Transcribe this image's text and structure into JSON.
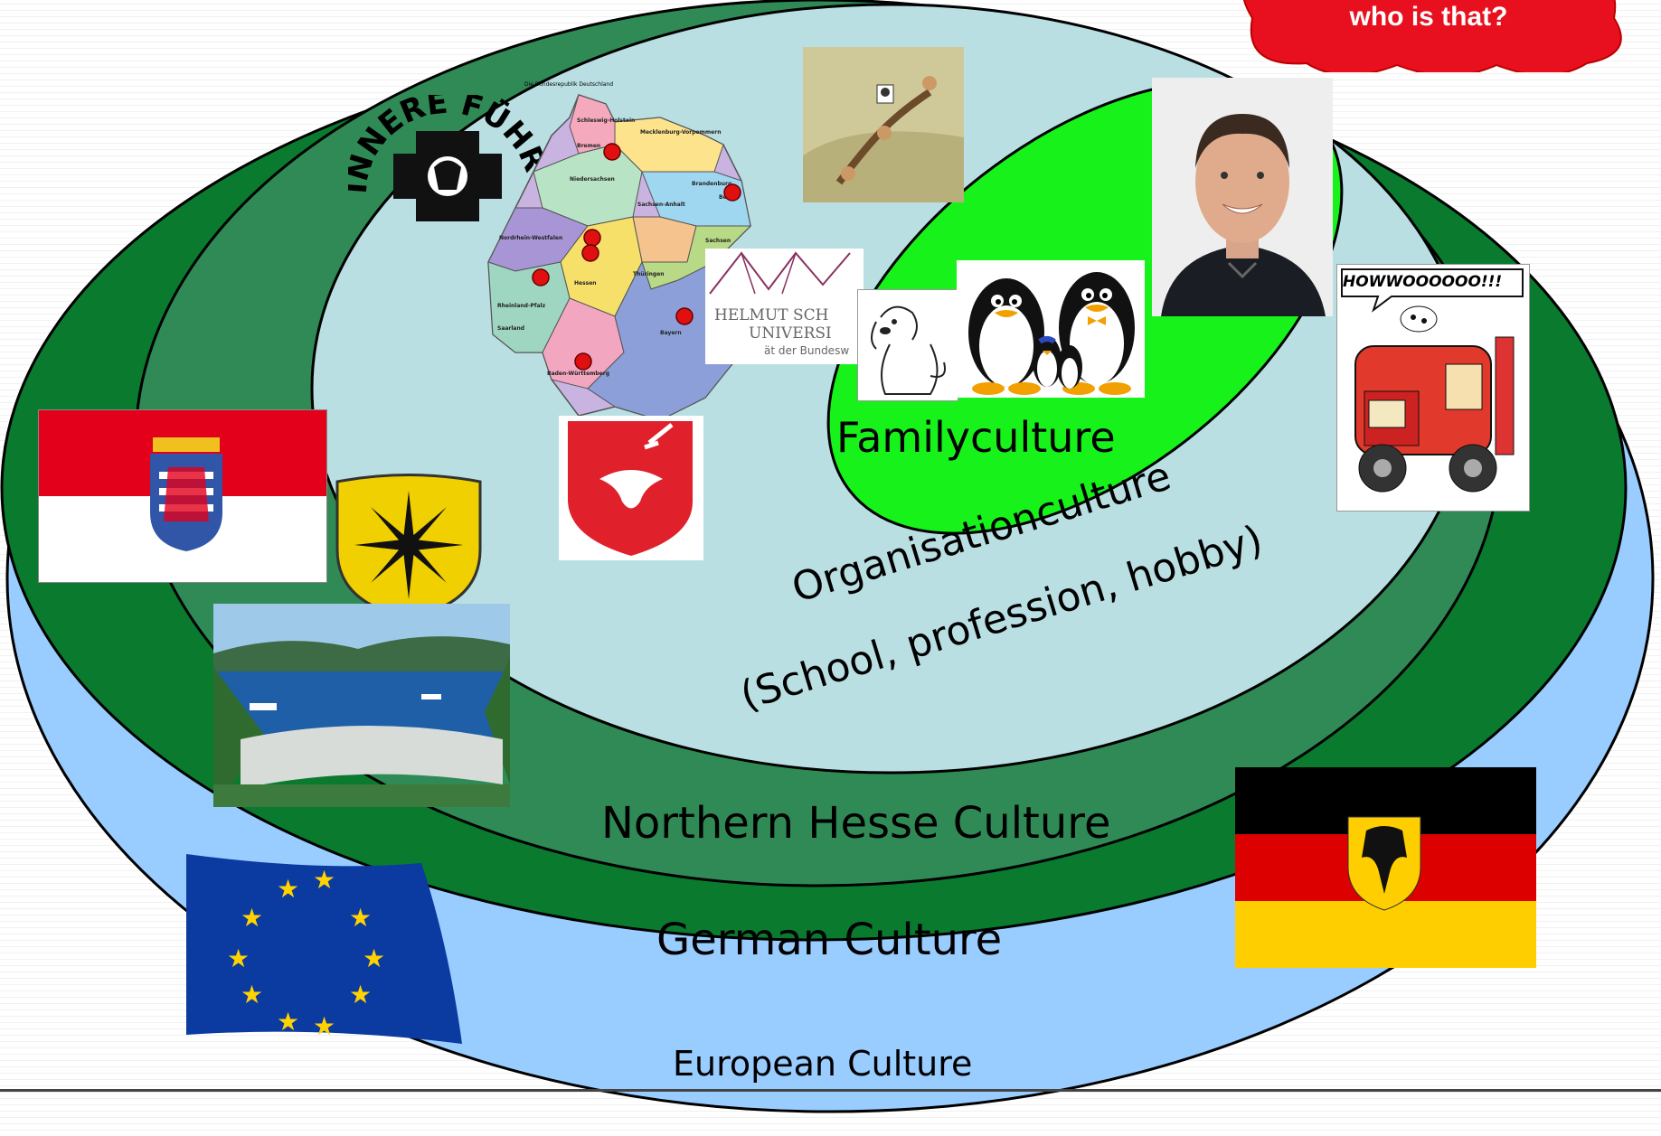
{
  "speech_bubble": {
    "text": "who is that?",
    "color": "#e8101e"
  },
  "circles": {
    "family": "Familyculture",
    "organisation_line1": "Organisationculture",
    "organisation_line2": "(School, profession, hobby)",
    "northern_hesse": "Northern Hesse Culture",
    "german": "German Culture",
    "european": "European Culture"
  },
  "colors": {
    "european": "#99ccff",
    "german": "#0a7a2f",
    "northern_hesse": "#2f8a55",
    "organisation": "#b9dfe3",
    "family": "#17f21b"
  },
  "images": {
    "emblem_text": "INNERE FÜHRUNG",
    "university_text_1": "HELMUT SCH",
    "university_text_2": "UNIVERSI",
    "university_text_3": "ät der Bundesw",
    "cartoon_text": "HOWWOOOOOO!!!",
    "map_title": "Die Bundesrepublik Deutschland",
    "map_states": [
      "Schleswig-Holstein",
      "Mecklenburg-Vorpommern",
      "Bremen",
      "Niedersachsen",
      "Brandenburg",
      "Berlin",
      "Sachsen-Anhalt",
      "Nordrhein-Westfalen",
      "Hessen",
      "Thüringen",
      "Sachsen",
      "Rheinland-Pfalz",
      "Saarland",
      "Bayern",
      "Baden-Württemberg"
    ]
  }
}
